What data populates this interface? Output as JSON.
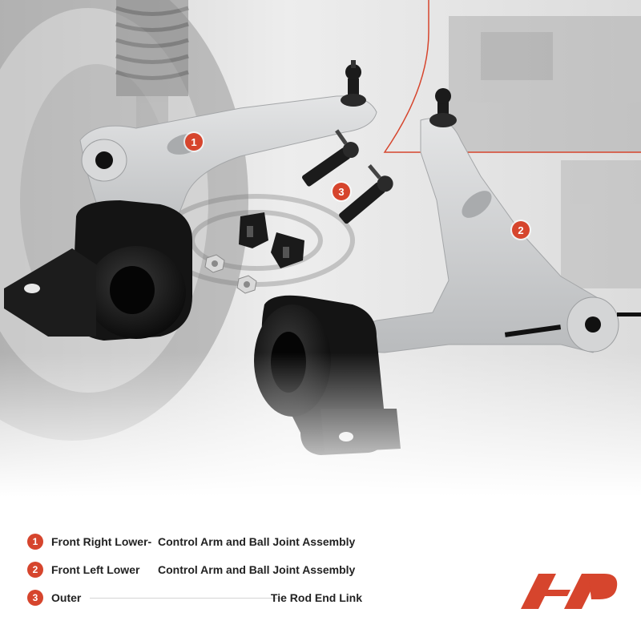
{
  "markers": [
    {
      "id": "1",
      "label": "1"
    },
    {
      "id": "2",
      "label": "2"
    },
    {
      "id": "3",
      "label": "3"
    }
  ],
  "legend": [
    {
      "num": "1",
      "part_a": "Front Right Lower-",
      "part_b": "Control Arm and Ball Joint Assembly"
    },
    {
      "num": "2",
      "part_a": "Front Left Lower",
      "part_b": "Control Arm and Ball Joint Assembly"
    },
    {
      "num": "3",
      "part_a": "Outer",
      "part_b": "Tie Rod End Link"
    }
  ],
  "colors": {
    "accent": "#d6452d",
    "rubber": "#151515",
    "aluminum": "#c9cbcc"
  },
  "icons": [
    "brand-logo-icon"
  ]
}
